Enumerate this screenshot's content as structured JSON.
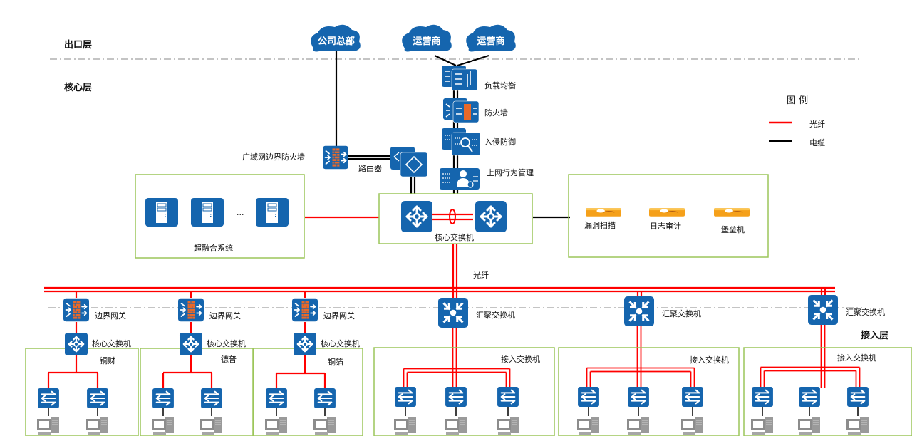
{
  "layers": {
    "exit": "出口层",
    "core": "核心层",
    "access": "接入层"
  },
  "clouds": [
    {
      "id": "hq",
      "label": "公司总部"
    },
    {
      "id": "isp1",
      "label": "运营商"
    },
    {
      "id": "isp2",
      "label": "运营商"
    }
  ],
  "security_chain": [
    {
      "id": "load-balancer",
      "label": "负载均衡"
    },
    {
      "id": "firewall",
      "label": "防火墙"
    },
    {
      "id": "ips",
      "label": "入侵防御"
    },
    {
      "id": "behavior-mgmt",
      "label": "上网行为管理"
    }
  ],
  "wan": {
    "firewall_label": "广域网边界防火墙",
    "router_label": "路由器"
  },
  "core": {
    "switch_label": "核心交换机",
    "fiber_label": "光纤"
  },
  "hci": {
    "label": "超融合系统",
    "ellipsis": "..."
  },
  "security_tools": [
    {
      "id": "vuln-scan",
      "label": "漏洞扫描"
    },
    {
      "id": "log-audit",
      "label": "日志审计"
    },
    {
      "id": "bastion",
      "label": "堡垒机"
    }
  ],
  "legend": {
    "title": "图 例",
    "items": [
      {
        "label": "光纤",
        "color": "#ff0000"
      },
      {
        "label": "电缆",
        "color": "#000000"
      }
    ]
  },
  "branches": [
    {
      "gateway_label": "边界网关",
      "core_label": "核心交换机",
      "site": "铜财",
      "hosts": 2
    },
    {
      "gateway_label": "边界网关",
      "core_label": "核心交换机",
      "site": "德普",
      "hosts": 2
    },
    {
      "gateway_label": "边界网关",
      "core_label": "核心交换机",
      "site": "铜箔",
      "hosts": 2
    }
  ],
  "aggregation": [
    {
      "label": "汇聚交换机",
      "access_label": "接入交换机",
      "hosts": 3
    },
    {
      "label": "汇聚交换机",
      "access_label": "接入交换机",
      "hosts": 3
    },
    {
      "label": "汇聚交换机",
      "access_label": "接入交换机",
      "hosts": 3
    }
  ],
  "colors": {
    "device_blue": "#1565ae",
    "fiber_red": "#ff0000",
    "cable_black": "#000000",
    "box_green": "#9cc65a",
    "brick_orange": "#e8692a",
    "appliance_orange": "#f5a01a",
    "divider_gray": "#a0a0a0"
  }
}
